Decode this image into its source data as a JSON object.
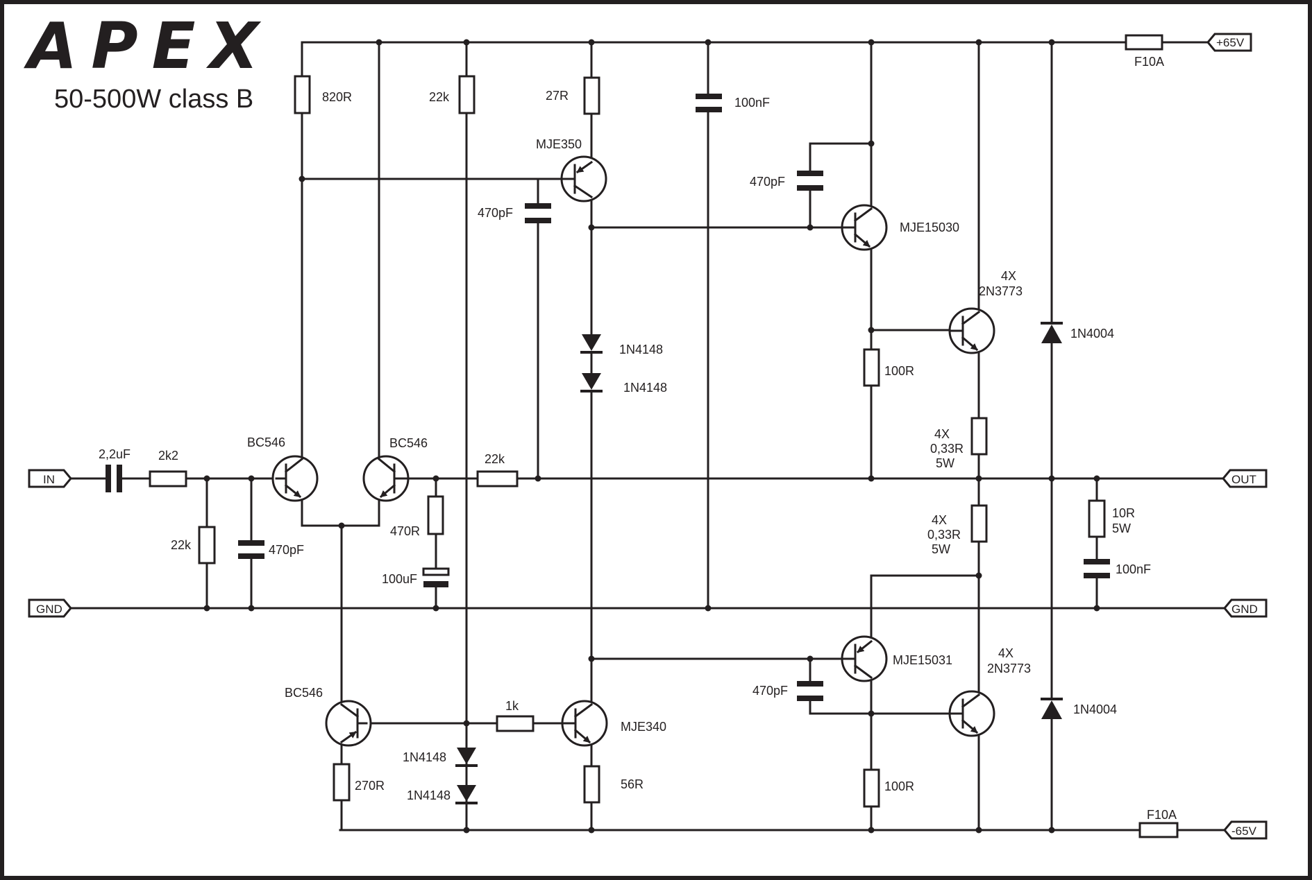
{
  "title": {
    "brand": "APEX",
    "subtitle": "50-500W class B"
  },
  "ports": {
    "input": "IN",
    "ground_left": "GND",
    "ground_right": "GND",
    "output": "OUT",
    "positive_supply": "+65V",
    "negative_supply": "-65V"
  },
  "fuses": {
    "top": "F10A",
    "bottom": "F10A"
  },
  "components": {
    "c_input": "2,2uF",
    "r_input": "2k2",
    "r_input_bias": "22k",
    "c_input_filter": "470pF",
    "q_diff_left": "BC546",
    "q_diff_right": "BC546",
    "r_feedback": "22k",
    "r_feedback_ground": "470R",
    "c_feedback_ground": "100uF",
    "r_diff_load": "820R",
    "r_bias_top": "22k",
    "r_vas_emitter": "27R",
    "q_vas": "MJE350",
    "c_miller": "470pF",
    "d_bias_1": "1N4148",
    "d_bias_2": "1N4148",
    "c_rail_decouple": "100nF",
    "c_driver_top": "470pF",
    "q_driver_top": "MJE15030",
    "q_output_top_count": "4X",
    "q_output_top": "2N3773",
    "r_driver_top": "100R",
    "d_flyback_top": "1N4004",
    "r_emitter_top_count": "4X",
    "r_emitter_top_value": "0,33R",
    "r_emitter_top_power": "5W",
    "r_emitter_bottom_count": "4X",
    "r_emitter_bottom_value": "0,33R",
    "r_emitter_bottom_power": "5W",
    "r_zobel_value": "10R",
    "r_zobel_power": "5W",
    "c_zobel": "100nF",
    "q_current_source": "BC546",
    "r_current_source": "270R",
    "r_base": "1k",
    "d_ref_1": "1N4148",
    "d_ref_2": "1N4148",
    "q_bottom_drive": "MJE340",
    "r_bottom_drive": "56R",
    "c_driver_bottom": "470pF",
    "q_driver_bottom": "MJE15031",
    "q_output_bottom_count": "4X",
    "q_output_bottom": "2N3773",
    "r_driver_bottom": "100R",
    "d_flyback_bottom": "1N4004"
  },
  "colors": {
    "ink": "#231f20",
    "background": "#ffffff"
  }
}
